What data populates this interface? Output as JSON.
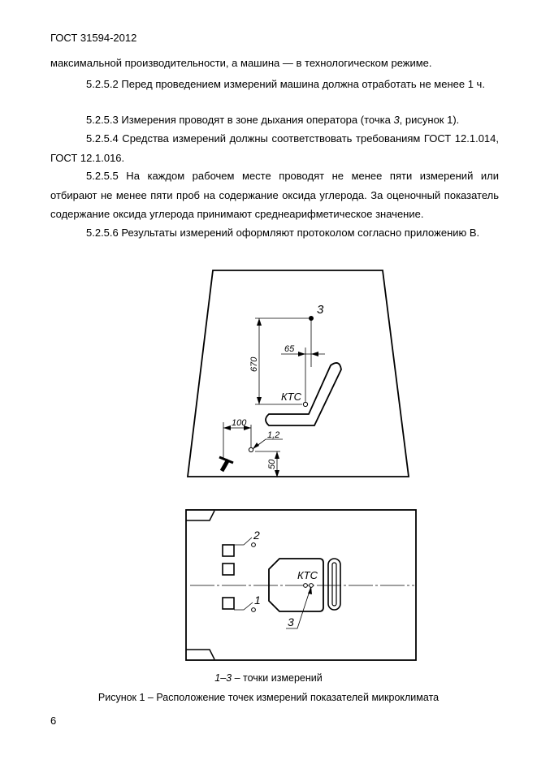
{
  "header": "ГОСТ 31594-2012",
  "paragraphs": [
    "максимальной производительности, а машина — в технологическом режиме.",
    "5.2.5.2 Перед проведением измерений машина должна отработать не менее 1 ч.",
    "5.2.5.3 Измерения проводят в зоне дыхания оператора (точка 3, рисунок 1).",
    "5.2.5.4 Средства измерений должны соответствовать требованиям ГОСТ 12.1.014, ГОСТ 12.1.016.",
    "5.2.5.5 На каждом рабочем месте проводят не менее пяти измерений или отбирают не менее пяти проб на содержание оксида углерода. За оценочный показатель содержание оксида углерода принимают среднеарифметическое значение.",
    "5.2.5.6 Результаты измерений оформляют протоколом согласно приложению В."
  ],
  "p3": {
    "before": "5.2.5.3 Измерения проводят в зоне дыхания оператора (точка ",
    "italic": "3",
    "after": ", рисунок 1)."
  },
  "figure": {
    "side_view": {
      "point_label_3": "3",
      "dim_670": "670",
      "dim_65": "65",
      "seat_label": "КТС",
      "dim_100": "100",
      "point_label_12": "1,2",
      "dim_50": "50"
    },
    "top_view": {
      "point_label_2": "2",
      "point_label_1": "1",
      "point_label_3": "3",
      "seat_label": "КТС"
    },
    "legend": {
      "range": "1–3",
      "text": " – точки измерений"
    },
    "caption": "Рисунок 1 – Расположение точек измерений показателей микроклимата"
  },
  "page_number": "6"
}
